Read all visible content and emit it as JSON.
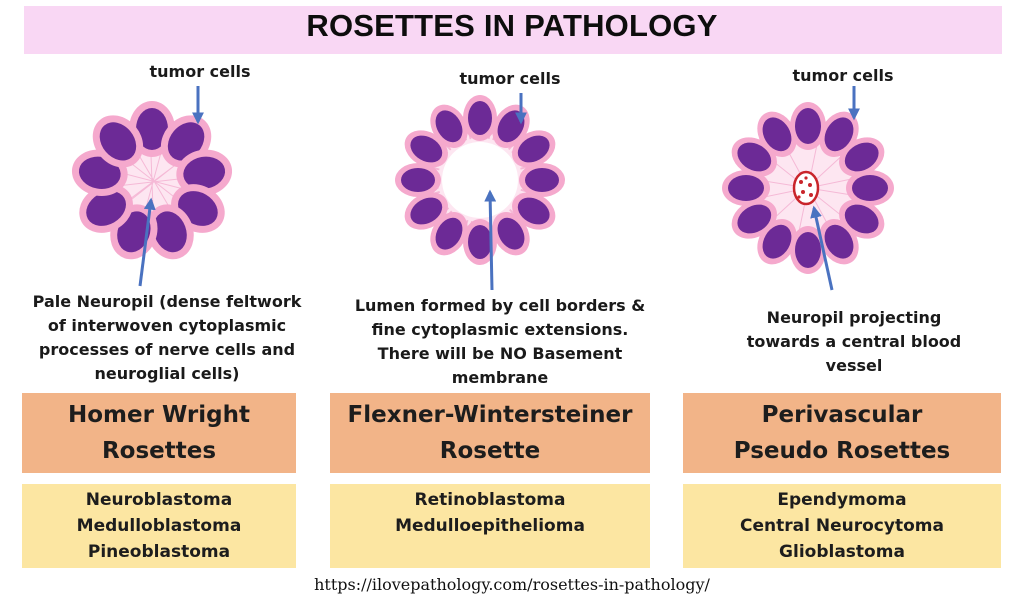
{
  "title": "ROSETTES IN PATHOLOGY",
  "colors": {
    "banner": "#f9d7f4",
    "nucleus": "#6c2a96",
    "cell_outline": "#f3a3cc",
    "arrow": "#4a72c0",
    "name_box": "#f2b488",
    "disease_box": "#fce6a2"
  },
  "panels": [
    {
      "tumor_label": "tumor cells",
      "annotation": "Pale Neuropil (dense feltwork of interwoven cytoplasmic processes of nerve cells and neuroglial cells)",
      "name": "Homer Wright\nRosettes",
      "diseases": "Neuroblastoma\nMedulloblastoma\nPineoblastoma"
    },
    {
      "tumor_label": "tumor cells",
      "annotation": "Lumen formed by cell borders & fine cytoplasmic extensions. There will be NO Basement membrane",
      "name": "Flexner-Wintersteiner\nRosette",
      "diseases": "Retinoblastoma\nMedulloepithelioma"
    },
    {
      "tumor_label": "tumor cells",
      "annotation": "Neuropil projecting towards a central blood vessel",
      "name": "Perivascular\nPseudo Rosettes",
      "diseases": "Ependymoma\nCentral Neurocytoma\nGlioblastoma"
    }
  ],
  "source_url": "https://ilovepathology.com/rosettes-in-pathology/"
}
